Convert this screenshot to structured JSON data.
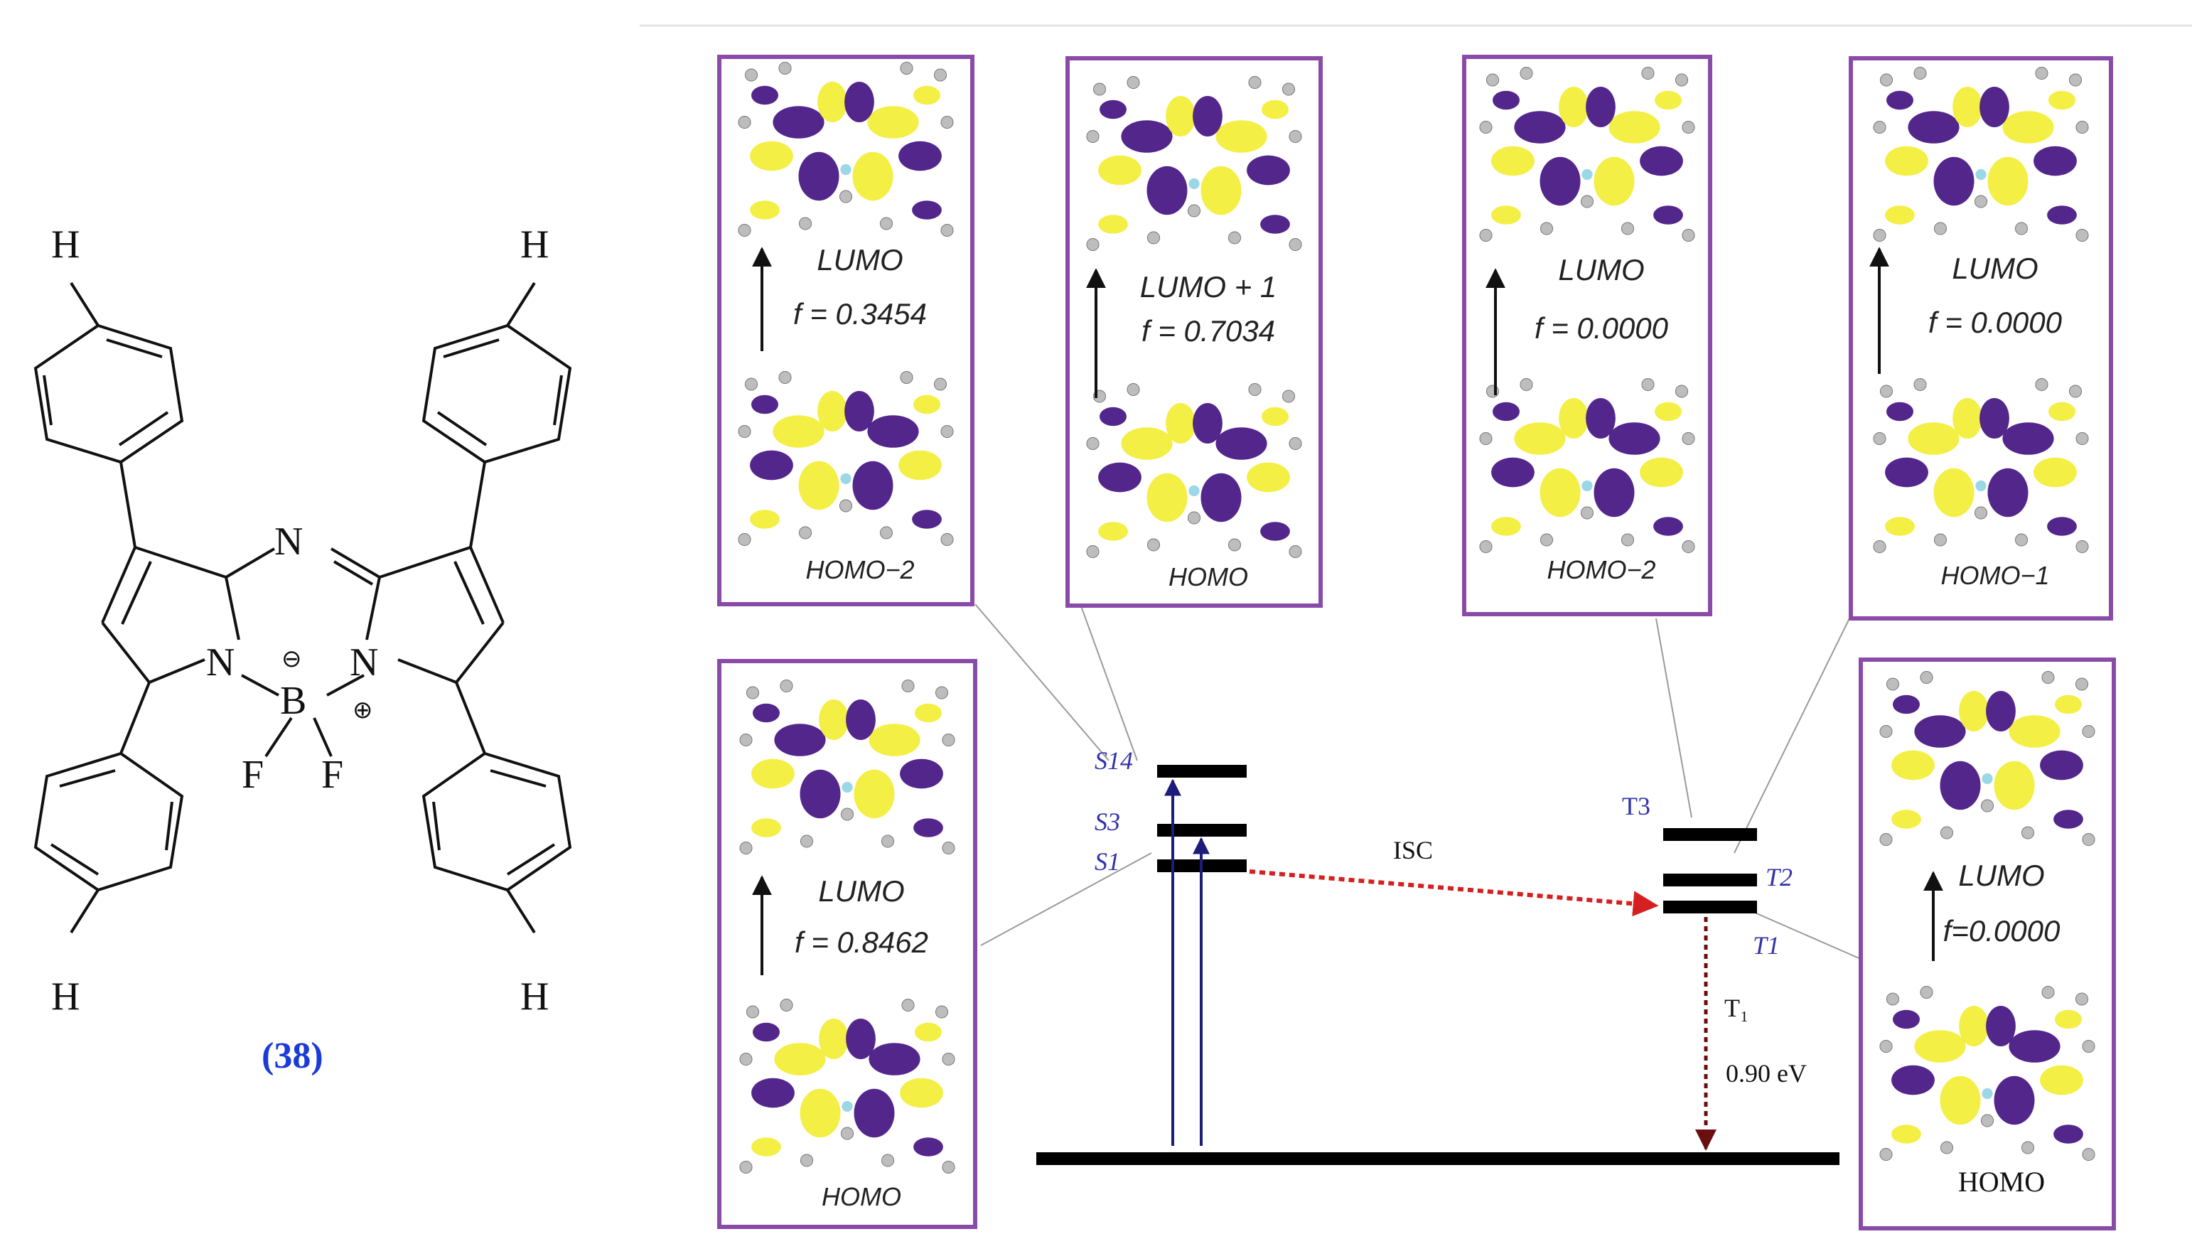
{
  "molecule": {
    "atoms": {
      "H_tl": "H",
      "H_tr": "H",
      "H_bl": "H",
      "H_br": "H",
      "N_top": "N",
      "N_left": "N",
      "N_right": "N",
      "B": "B",
      "F1": "F",
      "F2": "F"
    },
    "charges": {
      "minus": "⊖",
      "plus": "⊕"
    },
    "compound_label": "(38)"
  },
  "panels": {
    "s_top_1": {
      "upper": "LUMO",
      "f": "f = 0.3454",
      "lower": "HOMO−2"
    },
    "s_top_2": {
      "upper": "LUMO + 1",
      "f": "f = 0.7034",
      "lower": "HOMO"
    },
    "t_top_1": {
      "upper": "LUMO",
      "f": "f = 0.0000",
      "lower": "HOMO−2"
    },
    "t_top_2": {
      "upper": "LUMO",
      "f": "f = 0.0000",
      "lower": "HOMO−1"
    },
    "s_bottom": {
      "upper": "LUMO",
      "f": "f = 0.8462",
      "lower": "HOMO"
    },
    "t_bottom": {
      "upper": "LUMO",
      "f": "f=0.0000",
      "lower": "HOMO"
    }
  },
  "states": {
    "S14": "S14",
    "S3": "S3",
    "S1": "S1",
    "T3": "T3",
    "T2": "T2",
    "T1": "T1"
  },
  "transitions": {
    "isc_label": "ISC",
    "t1_label": "T₁",
    "t1_energy": "0.90 eV"
  },
  "colors": {
    "orbital_purple": "#4a1a86",
    "orbital_yellow": "#f2ee3a",
    "panel_border": "#8a4aa8",
    "absorption_arrow": "#1c1c7a",
    "isc_arrow": "#d42020",
    "phos_arrow": "#6a0f0f",
    "compound_label": "#1a3bd6"
  }
}
